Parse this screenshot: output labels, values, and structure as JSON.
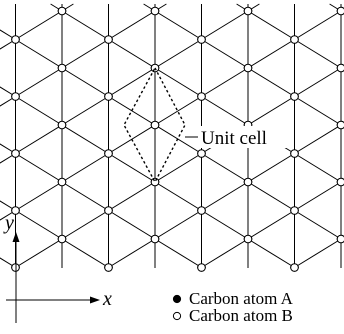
{
  "diagram": {
    "unit_cell_label": "Unit cell",
    "axes": {
      "x_label": "x",
      "y_label": "y"
    },
    "legend": [
      {
        "marker": "filled",
        "label": "Carbon atom A"
      },
      {
        "marker": "open",
        "label": "Carbon atom B"
      }
    ],
    "colors": {
      "line": "#000000",
      "atom_a_fill": "#000000",
      "atom_b_fill": "#ffffff"
    }
  }
}
